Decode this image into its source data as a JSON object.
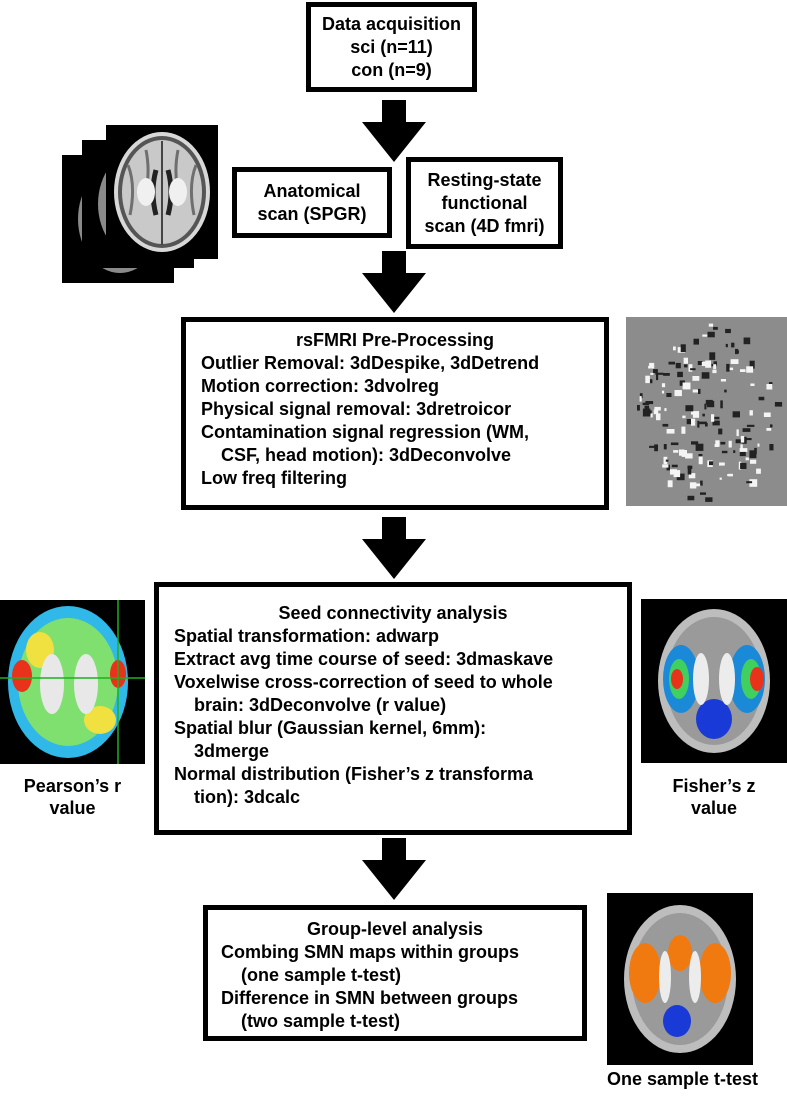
{
  "acquisition": {
    "lines": [
      "Data acquisition",
      "sci (n=11)",
      "con (n=9)"
    ]
  },
  "anatomical": {
    "lines": [
      "Anatomical",
      "scan (SPGR)"
    ]
  },
  "resting": {
    "lines": [
      "Resting-state",
      "functional",
      "scan (4D fmri)"
    ]
  },
  "preprocessing": {
    "title": "rsFMRI Pre-Processing",
    "lines": [
      "Outlier Removal: 3dDespike, 3dDetrend",
      "Motion correction: 3dvolreg",
      "Physical signal removal: 3dretroicor",
      "Contamination signal regression (WM,",
      "CSF, head motion): 3dDeconvolve",
      "Low freq filtering"
    ]
  },
  "seed": {
    "title": "Seed connectivity analysis",
    "lines": [
      "Spatial transformation: adwarp",
      "Extract avg time course of seed: 3dmaskave",
      "Voxelwise cross-correction of seed to whole",
      "brain: 3dDeconvolve (r value)",
      "Spatial blur (Gaussian kernel, 6mm):",
      "3dmerge",
      "Normal distribution (Fisher’s z transforma",
      "tion): 3dcalc"
    ]
  },
  "group": {
    "title": "Group-level analysis",
    "lines": [
      "Combing SMN maps within groups",
      "(one sample t-test)",
      "Difference in SMN between groups",
      "(two sample t-test)"
    ]
  },
  "captions": {
    "pearson": [
      "Pearson’s r",
      "value"
    ],
    "fisher": [
      "Fisher’s z",
      "value"
    ],
    "onesample": "One sample t-test"
  },
  "colors": {
    "border": "#000000",
    "arrow": "#000000",
    "heat_hot": "#e8321a",
    "heat_cold": "#1a3ad8"
  }
}
